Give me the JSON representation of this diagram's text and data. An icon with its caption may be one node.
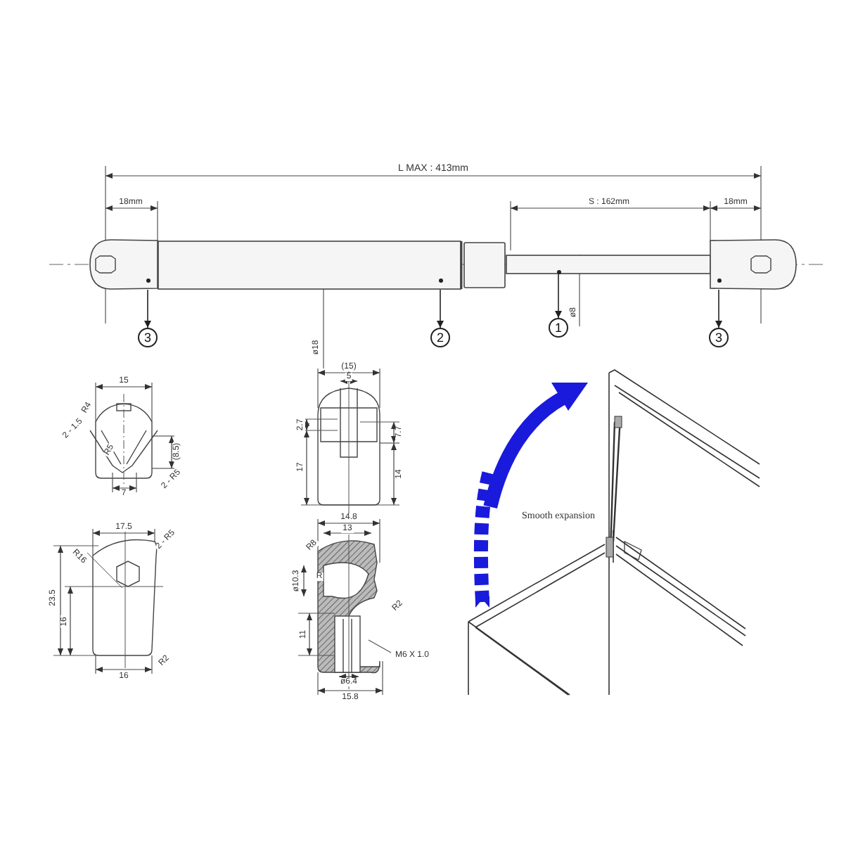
{
  "diagram": {
    "nodes": [
      {
        "text": [],
        "shape": "box"
      },
      {
        "text": [],
        "shape": "box"
      },
      {
        "text": [],
        "shape": "bar"
      },
      {
        "text": [],
        "shape": "box"
      },
      {
        "text": [
          "3"
        ]
      },
      {
        "text": [
          "2"
        ]
      },
      {
        "text": [
          "1"
        ]
      },
      {
        "text": [
          "3"
        ]
      }
    ],
    "edges": [
      {
        "from": 0,
        "to": 4,
        "arrow": "to"
      },
      {
        "from": 1,
        "to": 5,
        "arrow": "to"
      },
      {
        "from": 2,
        "to": 6,
        "arrow": "to"
      },
      {
        "from": 3,
        "to": 7,
        "arrow": "to"
      }
    ],
    "labels": [
      "L MAX : 413mm",
      "18mm",
      "S : 162mm",
      "18mm",
      "ø18",
      "ø8",
      "15",
      "R4",
      "2 - 1.5",
      "R5",
      "(8.5)",
      "7",
      "2 - R5",
      "17.5",
      "2 - R5",
      "R16",
      "23.5",
      "16",
      "R2",
      "16",
      "(15)",
      "5",
      "2.7",
      "7.7",
      "17",
      "14",
      "14.8",
      "13",
      "R8",
      "ø10.3",
      "R",
      "R2",
      "11",
      "M6 X 1.0",
      "ø6.4",
      "15.8",
      "Smooth expansion"
    ]
  }
}
